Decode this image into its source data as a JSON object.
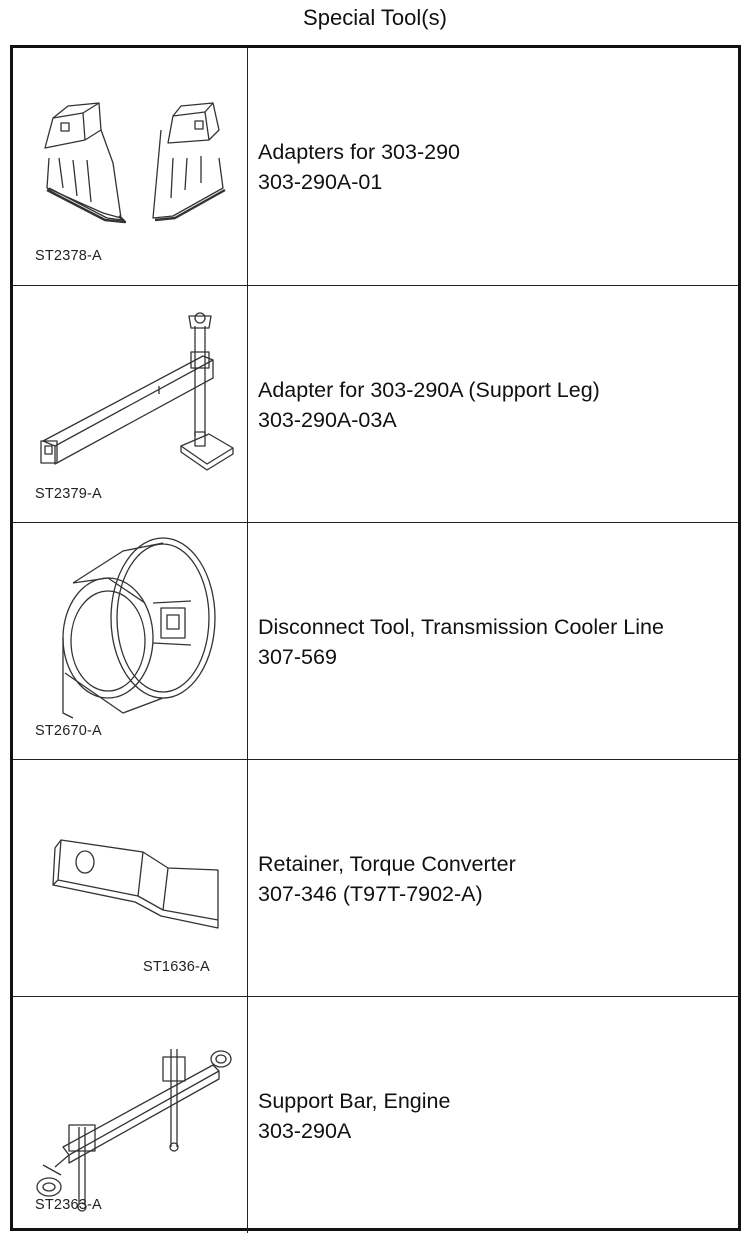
{
  "title": "Special Tool(s)",
  "tools": [
    {
      "code": "ST2378-A",
      "name": "Adapters for 303-290",
      "number": "303-290A-01",
      "icon": "adapter-brackets-icon"
    },
    {
      "code": "ST2379-A",
      "name": "Adapter for 303-290A (Support Leg)",
      "number": "303-290A-03A",
      "icon": "support-leg-icon"
    },
    {
      "code": "ST2670-A",
      "name": "Disconnect Tool, Transmission Cooler Line",
      "number": "307-569",
      "icon": "cooler-line-disconnect-icon"
    },
    {
      "code": "ST1636-A",
      "name": "Retainer, Torque Converter",
      "number": "307-346 (T97T-7902-A)",
      "icon": "torque-converter-retainer-icon"
    },
    {
      "code": "ST2363-A",
      "name": "Support Bar, Engine",
      "number": "303-290A",
      "icon": "engine-support-bar-icon"
    }
  ]
}
